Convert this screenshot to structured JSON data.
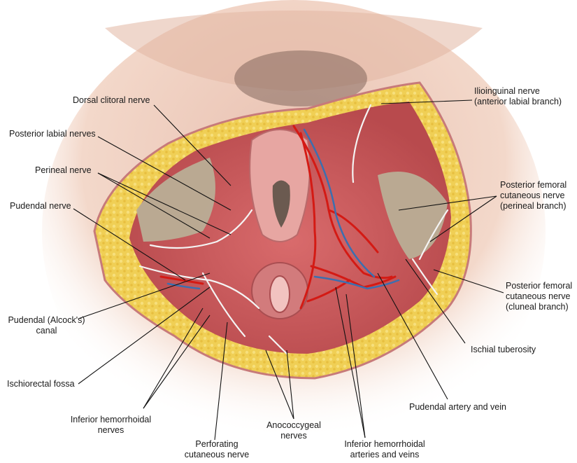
{
  "labels": {
    "dorsal_clitoral_nerve": [
      "Dorsal clitoral nerve"
    ],
    "posterior_labial_nerves": [
      "Posterior labial nerves"
    ],
    "perineal_nerve": [
      "Perineal nerve"
    ],
    "pudendal_nerve": [
      "Pudendal nerve"
    ],
    "pudendal_canal": [
      "Pudendal (Alcock's)",
      "canal"
    ],
    "ischiorectal_fossa": [
      "Ischiorectal fossa"
    ],
    "inferior_hemorrhoidal_nerves": [
      "Inferior hemorrhoidal",
      "nerves"
    ],
    "perforating_cutaneous_nerve": [
      "Perforating",
      "cutaneous nerve"
    ],
    "anococcygeal_nerves": [
      "Anococcygeal",
      "nerves"
    ],
    "inferior_hemorrhoidal_vessels": [
      "Inferior hemorrhoidal",
      "arteries and veins"
    ],
    "pudendal_artery_vein": [
      "Pudendal artery and vein"
    ],
    "ischial_tuberosity": [
      "Ischial tuberosity"
    ],
    "post_fem_cluneal": [
      "Posterior femoral",
      "cutaneous nerve",
      "(cluneal branch)"
    ],
    "post_fem_perineal": [
      "Posterior femoral",
      "cutaneous nerve",
      "(perineal branch)"
    ],
    "ilioinguinal_nerve": [
      "Ilioinguinal nerve",
      "(anterior labial branch)"
    ]
  },
  "colors": {
    "fat": "#f2d25a",
    "skin": "#f1d4c4",
    "muscle": "#c9565a",
    "artery": "#d41a14",
    "vein": "#3b6fb0",
    "nerve": "#f4f4f4",
    "bone": "#b8ad95",
    "leader": "#111111"
  }
}
